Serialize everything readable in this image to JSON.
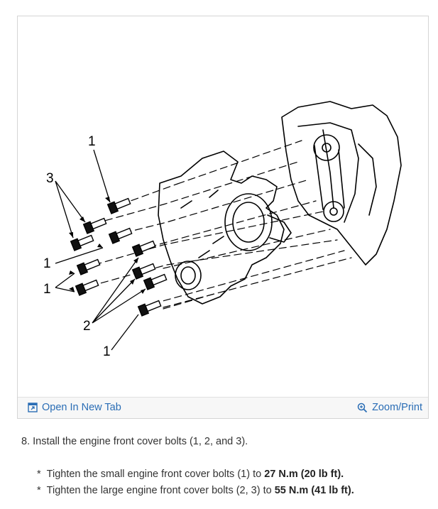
{
  "figure": {
    "callouts": {
      "c1_top": "1",
      "c3": "3",
      "c1_left": "1",
      "c1_mid": "1",
      "c2": "2",
      "c1_bottom": "1"
    }
  },
  "toolbar": {
    "open_tab_label": "Open In New Tab",
    "zoom_label": "Zoom/Print",
    "open_tab_icon": "external-tab-icon",
    "zoom_icon": "magnifier-plus-icon",
    "link_color": "#2a6db5"
  },
  "instructions": {
    "step_text": "8. Install the engine front cover bolts (1, 2, and 3).",
    "bullets": [
      {
        "marker": "*",
        "text": "Tighten the small engine front cover bolts (1) to",
        "bold": "27 N.m (20 lb ft)."
      },
      {
        "marker": "*",
        "text": "Tighten the large engine front cover bolts (2, 3) to",
        "bold": "55 N.m (41 lb ft)."
      }
    ]
  }
}
